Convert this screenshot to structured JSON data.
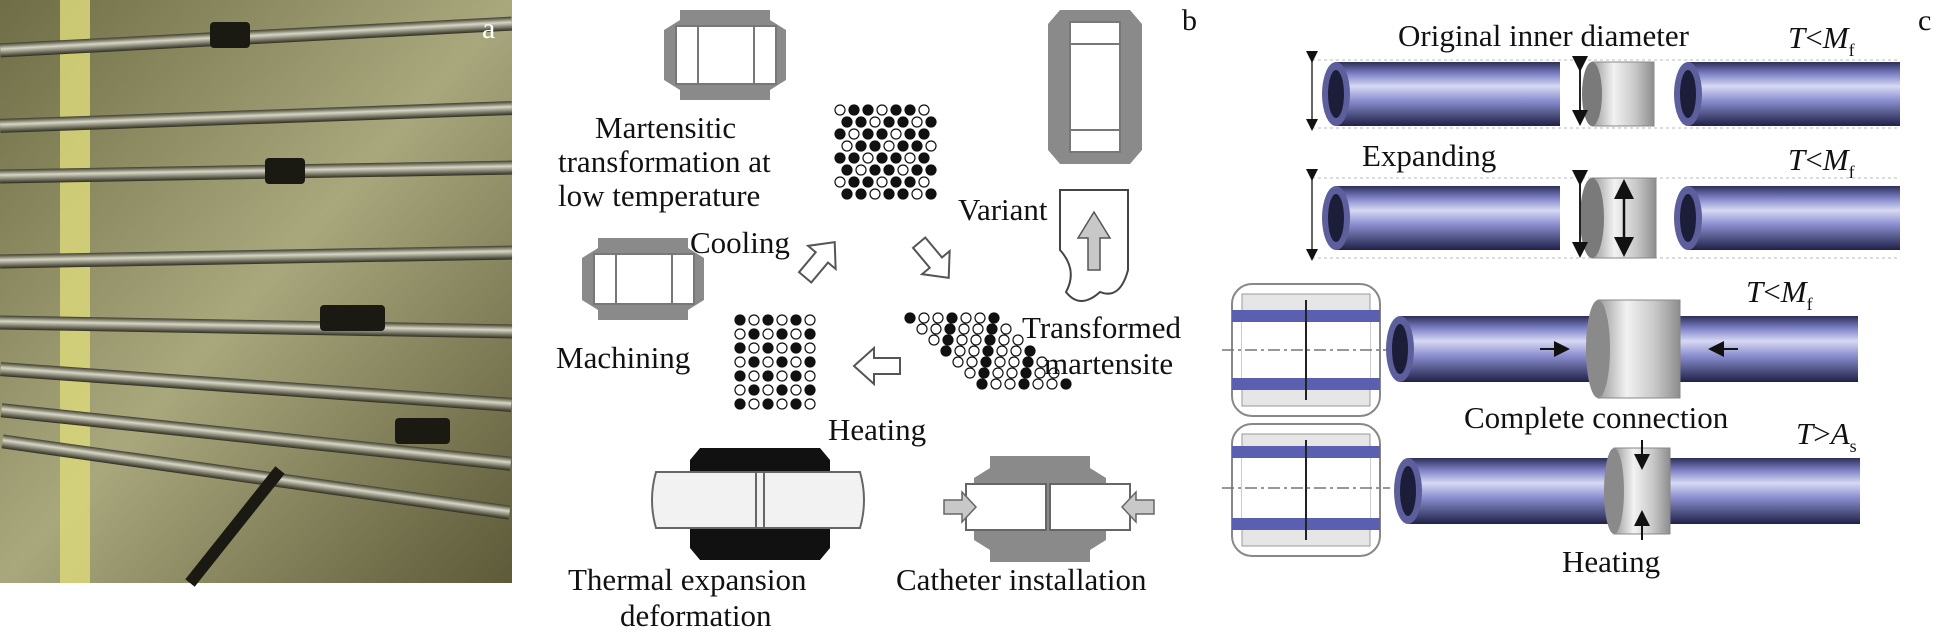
{
  "panels": {
    "a": {
      "letter": "a"
    },
    "b": {
      "letter": "b",
      "labels": {
        "martensitic_line1": "Martensitic",
        "martensitic_line2": "transformation at",
        "martensitic_line3": "low temperature",
        "cooling": "Cooling",
        "variant": "Variant",
        "machining": "Machining",
        "transformed_line1": "Transformed",
        "transformed_line2": "martensite",
        "heating": "Heating",
        "thermal_line1": "Thermal expansion",
        "thermal_line2": "deformation",
        "catheter": "Catheter installation"
      }
    },
    "c": {
      "letter": "c",
      "labels": {
        "original_inner_diameter": "Original inner diameter",
        "expanding": "Expanding",
        "complete_connection": "Complete connection",
        "heating": "Heating"
      },
      "conditions": [
        {
          "var": "T",
          "op": "<",
          "sym": "M",
          "sub": "f"
        },
        {
          "var": "T",
          "op": "<",
          "sym": "M",
          "sub": "f"
        },
        {
          "var": "T",
          "op": "<",
          "sym": "M",
          "sub": "f"
        },
        {
          "var": "T",
          "op": ">",
          "sym": "A",
          "sub": "s"
        }
      ]
    }
  },
  "colors": {
    "tube_blue": "#6e72b8",
    "coupling_gray": "#b8b8b8",
    "photo_olive": "#8f8e63",
    "part_gray": "#8a8a8a"
  }
}
